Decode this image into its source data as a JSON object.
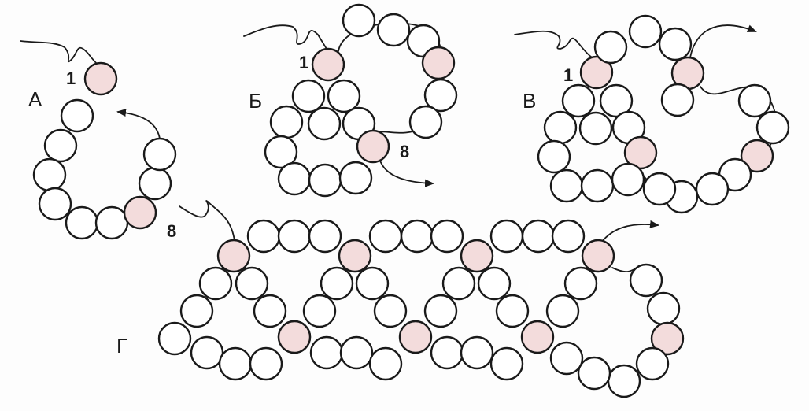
{
  "panels": [
    {
      "label": "А",
      "start_label": "1",
      "end_label": "8"
    },
    {
      "label": "Б",
      "start_label": "1",
      "end_label": "8"
    },
    {
      "label": "В",
      "start_label": "1"
    },
    {
      "label": "Г"
    }
  ],
  "colors": {
    "bead": "#ffffff",
    "highlight": "#f3dcdc",
    "line": "#1a1a1a"
  }
}
